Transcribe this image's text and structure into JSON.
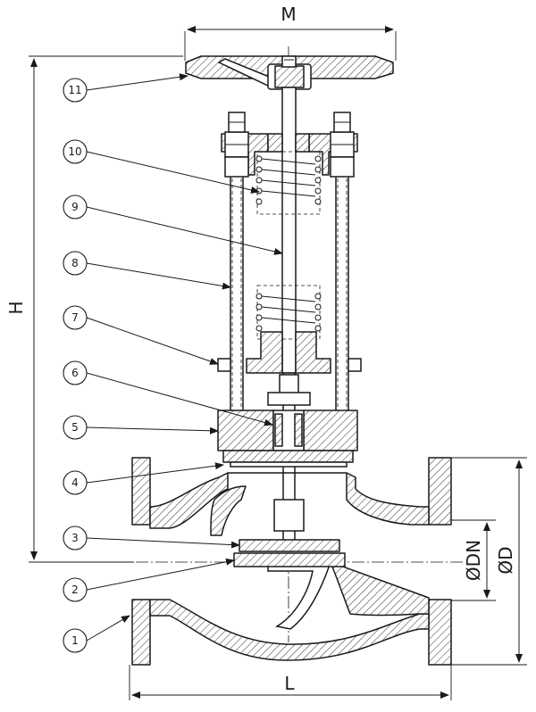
{
  "dimensions": {
    "width_label": "M",
    "height_label": "H",
    "length_label": "L",
    "nominal_diameter_label": "ØDN",
    "flange_diameter_label": "ØD"
  },
  "callouts": [
    {
      "number": "1"
    },
    {
      "number": "2"
    },
    {
      "number": "3"
    },
    {
      "number": "4"
    },
    {
      "number": "5"
    },
    {
      "number": "6"
    },
    {
      "number": "7"
    },
    {
      "number": "8"
    },
    {
      "number": "9"
    },
    {
      "number": "10"
    },
    {
      "number": "11"
    }
  ]
}
